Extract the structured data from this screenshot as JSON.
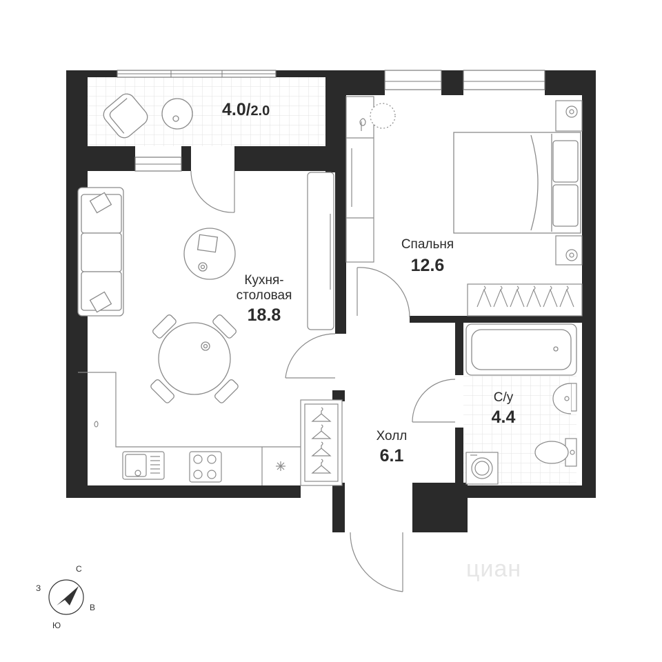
{
  "rooms": {
    "balcony": {
      "area": "4.0",
      "area_reduced": "2.0"
    },
    "kitchen": {
      "name_line1": "Кухня-",
      "name_line2": "столовая",
      "area": "18.8"
    },
    "bedroom": {
      "name": "Спальня",
      "area": "12.6"
    },
    "bathroom": {
      "name": "С/у",
      "area": "4.4"
    },
    "hall": {
      "name": "Холл",
      "area": "6.1"
    }
  },
  "compass": {
    "north": "С",
    "east": "В",
    "south": "Ю",
    "west": "З"
  },
  "watermark": "циан",
  "colors": {
    "wall": "#2a2a2a",
    "line": "#8a8a8a",
    "tile": "#e4e4e4"
  }
}
